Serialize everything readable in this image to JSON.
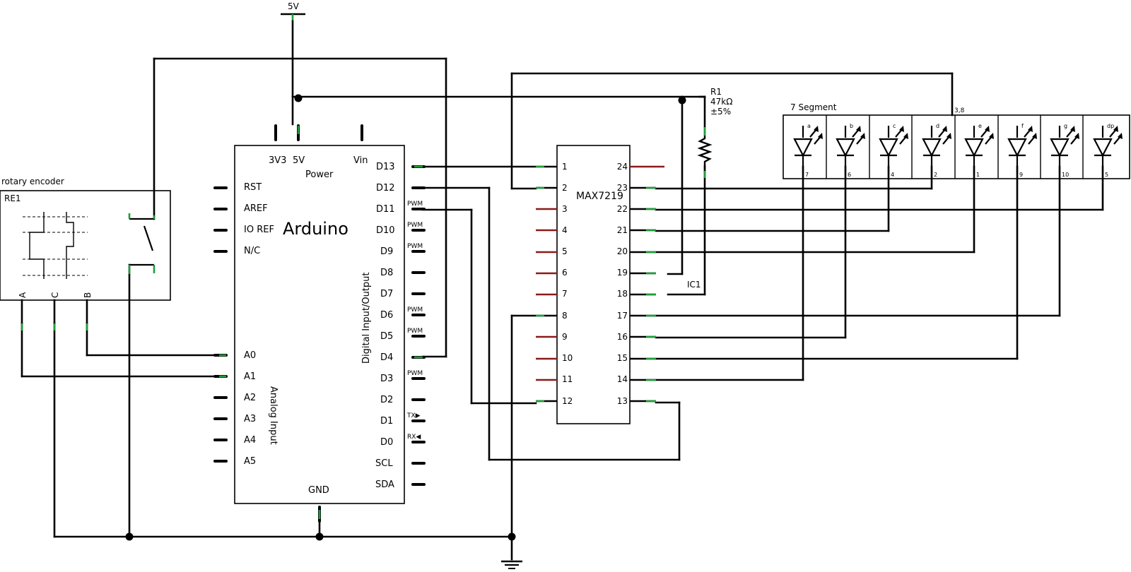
{
  "supply": {
    "label": "5V"
  },
  "encoder": {
    "title": "rotary encoder",
    "ref": "RE1",
    "pins": [
      "A",
      "C",
      "B"
    ]
  },
  "arduino": {
    "name": "Arduino",
    "power_label": "Power",
    "power_pins": [
      "3V3",
      "5V",
      "Vin"
    ],
    "left_pins": [
      "RST",
      "AREF",
      "IO REF",
      "N/C"
    ],
    "analog_label": "Analog Input",
    "analog_pins": [
      "A0",
      "A1",
      "A2",
      "A3",
      "A4",
      "A5"
    ],
    "digital_label": "Digital Input/Output",
    "digital_pins": [
      "D13",
      "D12",
      "D11",
      "D10",
      "D9",
      "D8",
      "D7",
      "D6",
      "D5",
      "D4",
      "D3",
      "D2",
      "D1",
      "D0",
      "SCL",
      "SDA"
    ],
    "pin_tags": {
      "D11": "PWM",
      "D10": "PWM",
      "D9": "PWM",
      "D6": "PWM",
      "D5": "PWM",
      "D3": "PWM",
      "D1": "TX▶",
      "D0": "RX◀"
    },
    "gnd_label": "GND"
  },
  "max7219": {
    "name": "MAX7219",
    "ref": "IC1",
    "left_pins": [
      "1",
      "2",
      "3",
      "4",
      "5",
      "6",
      "7",
      "8",
      "9",
      "10",
      "11",
      "12"
    ],
    "right_pins": [
      "24",
      "23",
      "22",
      "21",
      "20",
      "19",
      "18",
      "17",
      "16",
      "15",
      "14",
      "13"
    ]
  },
  "resistor": {
    "ref": "R1",
    "value": "47kΩ",
    "tolerance": "±5%"
  },
  "display": {
    "title": "7 Segment",
    "common_pins": "3,8",
    "segment_pins": [
      "7",
      "6",
      "4",
      "2",
      "1",
      "9",
      "10",
      "5"
    ],
    "segment_letters": [
      "a",
      "b",
      "c",
      "d",
      "e",
      "f",
      "g",
      "dp"
    ]
  }
}
